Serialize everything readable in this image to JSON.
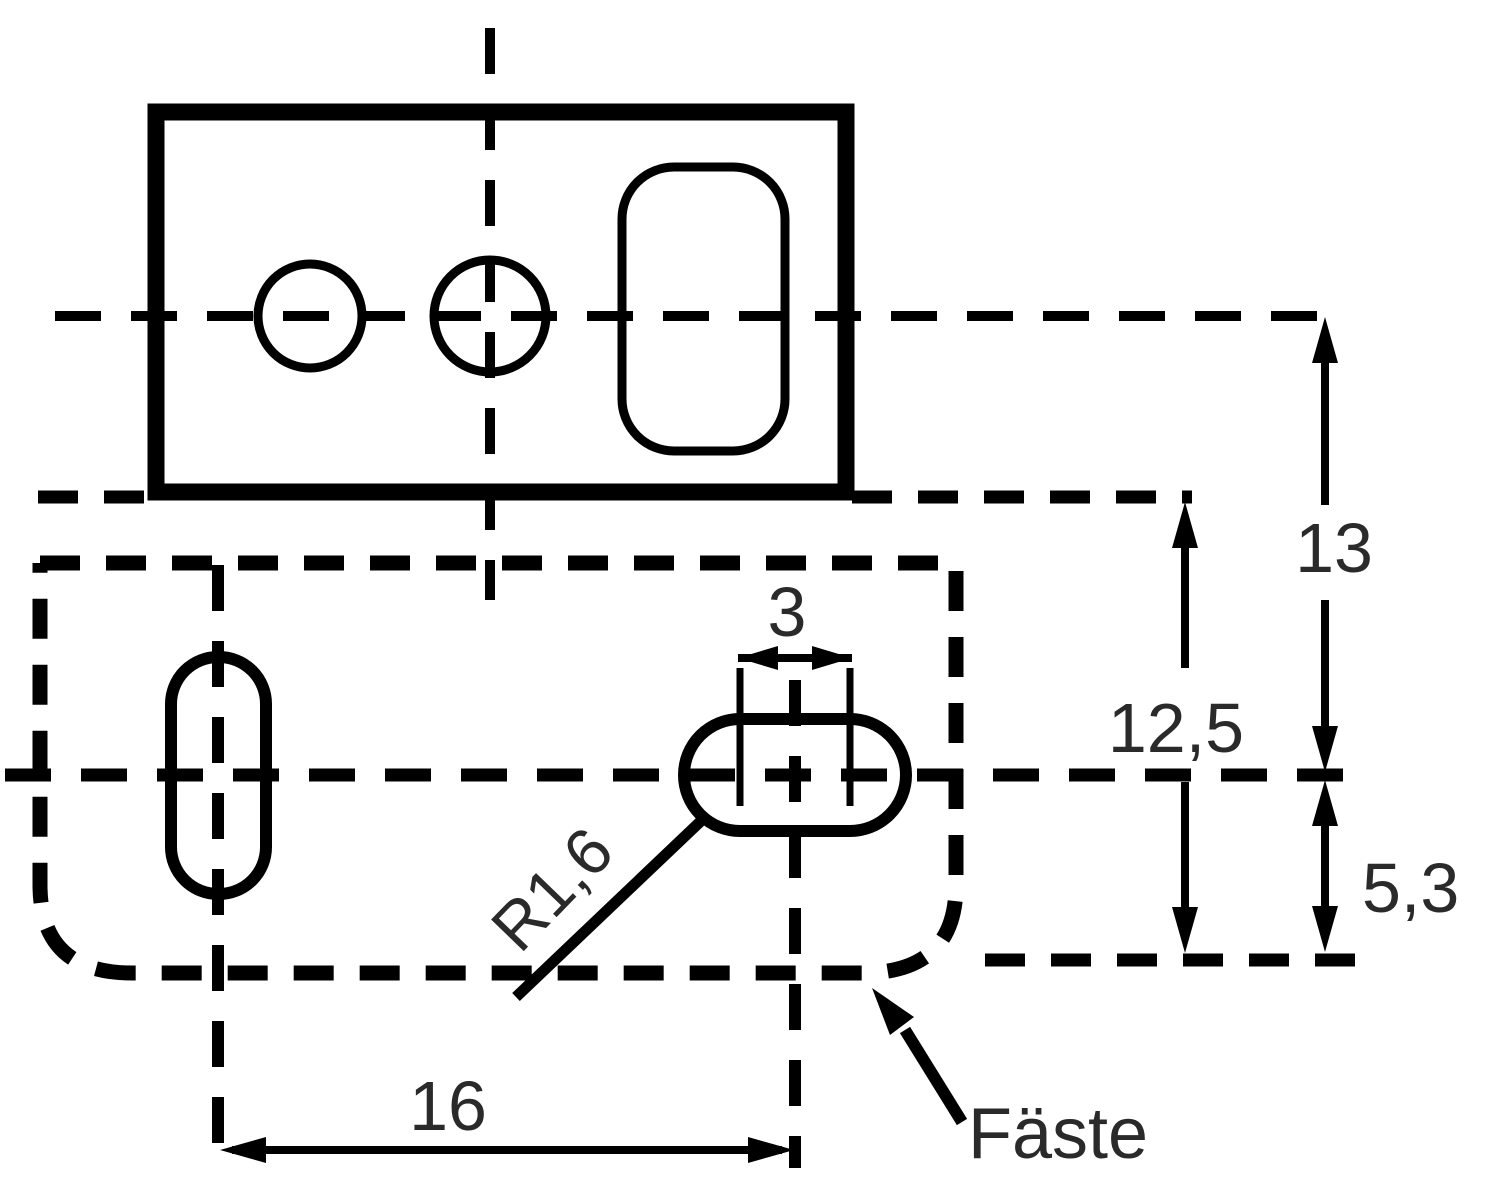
{
  "colors": {
    "ink": "#000000",
    "text": "#2a2a2a",
    "background": "#ffffff"
  },
  "diagram": {
    "labels": {
      "dim_13": "13",
      "dim_12_5": "12,5",
      "dim_5_3": "5,3",
      "dim_3": "3",
      "dim_16": "16",
      "radius": "R1,6",
      "part": "Fäste"
    }
  }
}
